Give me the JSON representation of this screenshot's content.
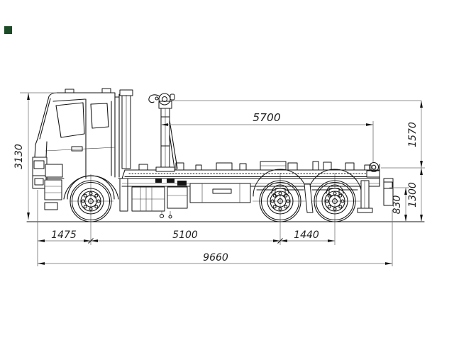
{
  "marker": {
    "color": "#1d4b27"
  },
  "dimensions": {
    "hook_to_rear_roller": "5700",
    "hook_height_above_frame": "1570",
    "frame_height": "1300",
    "rear_device_height": "830",
    "overall_height": "3130",
    "front_overhang": "1475",
    "wheelbase": "5100",
    "rear_axle_spacing": "1440",
    "overall_length": "9660"
  },
  "colors": {
    "background": "#ffffff",
    "drawing_line": "#161616",
    "dimension_line": "#8f8f8f",
    "dimension_text": "#1f1f1f"
  }
}
